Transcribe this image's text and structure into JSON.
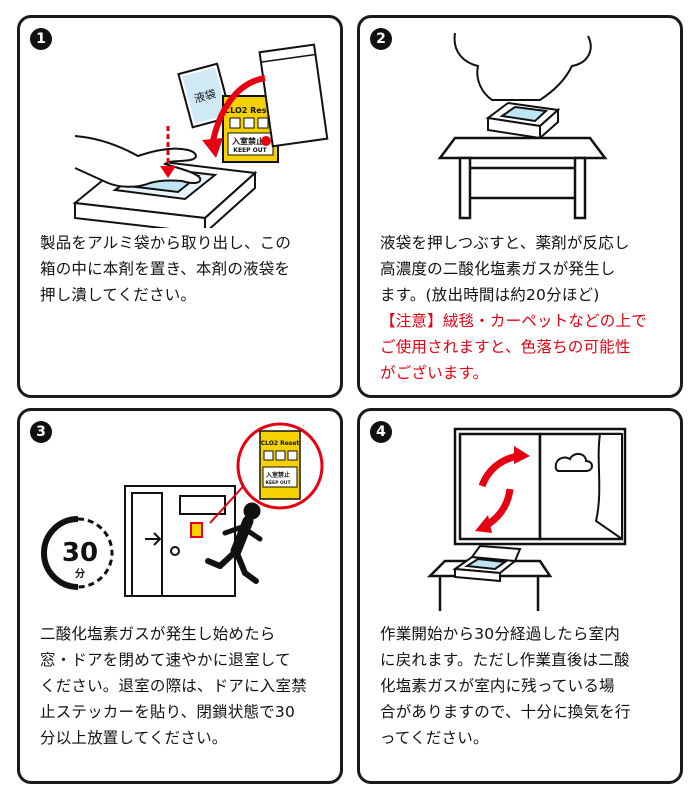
{
  "steps": [
    {
      "number": "1",
      "lines": [
        "製品をアルミ袋から取り出し、この",
        "箱の中に本剤を置き、本剤の液袋を",
        "押し潰してください。"
      ],
      "package": {
        "bag_label": "液袋",
        "brand": "CLO2 Reset",
        "warning_jp": "入室禁止",
        "warning_en": "KEEP OUT"
      }
    },
    {
      "number": "2",
      "lines": [
        "液袋を押しつぶすと、薬剤が反応し",
        "高濃度の二酸化塩素ガスが発生し",
        "ます。(放出時間は約20分ほど)"
      ],
      "caution_lines": [
        "【注意】絨毯・カーペットなどの上で",
        "ご使用されますと、色落ちの可能性",
        "がございます。"
      ]
    },
    {
      "number": "3",
      "lines": [
        "二酸化塩素ガスが発生し始めたら",
        "窓・ドアを閉めて速やかに退室して",
        "ください。退室の際は、ドアに入室禁",
        "止ステッカーを貼り、閉鎖状態で30",
        "分以上放置してください。"
      ],
      "timer": {
        "value": "30",
        "unit": "分"
      },
      "sticker": {
        "brand": "CLO2 Reset",
        "warning_jp": "入室禁止",
        "warning_en": "KEEP OUT"
      }
    },
    {
      "number": "4",
      "lines": [
        "作業開始から30分経過したら室内",
        "に戻れます。ただし作業直後は二酸",
        "化塩素ガスが室内に残っている場",
        "合がありますので、十分に換気を行",
        "ってください。"
      ]
    }
  ],
  "colors": {
    "red": "#e60012",
    "yellow": "#f5d100",
    "ink": "#111111"
  }
}
